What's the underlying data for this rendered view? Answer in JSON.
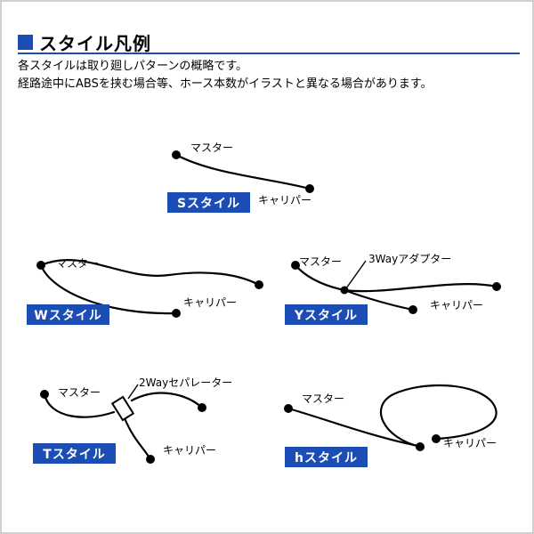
{
  "panel": {
    "background": "#ffffff",
    "border_color": "#cfcfcf",
    "accent_color": "#1b4db4",
    "hose_color": "#000000"
  },
  "header": {
    "title": "スタイル凡例",
    "description_line1": "各スタイルは取り廻しパターンの概略です。",
    "description_line2": "経路途中にABSを挟む場合等、ホース本数がイラストと異なる場合があります。"
  },
  "labels": {
    "master": "マスター",
    "caliper": "キャリパー",
    "three_way_adapter": "3Wayアダプター",
    "two_way_separator": "2Wayセパレーター"
  },
  "styles": [
    {
      "label": "Sスタイル"
    },
    {
      "label": "Wスタイル"
    },
    {
      "label": "Yスタイル"
    },
    {
      "label": "Tスタイル"
    },
    {
      "label": "hスタイル"
    }
  ]
}
